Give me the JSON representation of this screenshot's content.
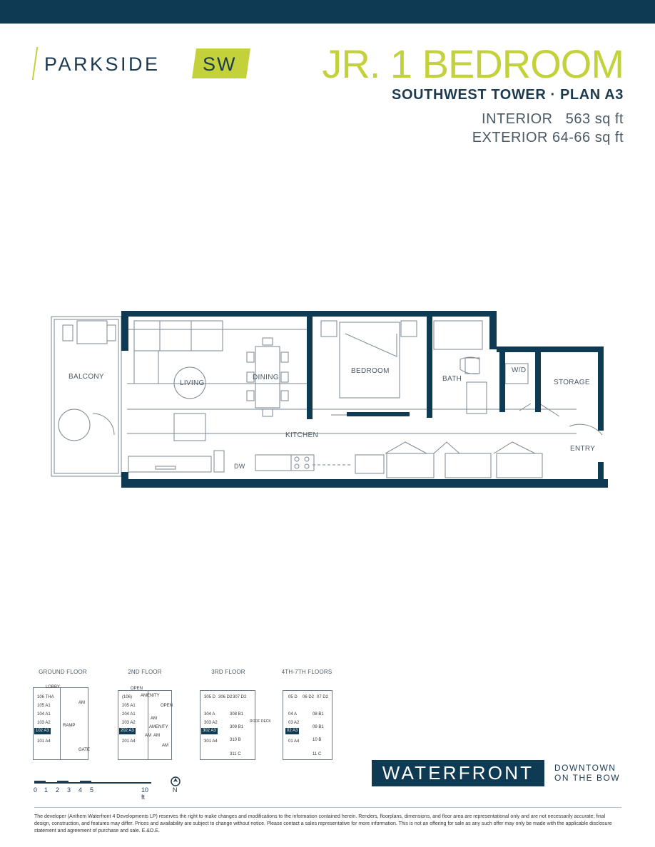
{
  "brand": {
    "name": "PARKSIDE",
    "badge": "SW",
    "accent_color": "#c3d13b",
    "primary_color": "#0e3a53"
  },
  "header": {
    "title": "JR. 1 BEDROOM",
    "subtitle": "SOUTHWEST TOWER · PLAN A3",
    "interior": "INTERIOR   563 sq ft",
    "exterior": "EXTERIOR 64-66 sq ft"
  },
  "floorplan": {
    "rooms": {
      "balcony": "BALCONY",
      "living": "LIVING",
      "dining": "DINING",
      "bedroom": "BEDROOM",
      "bath": "BATH",
      "wd": "W/D",
      "storage": "STORAGE",
      "kitchen": "KITCHEN",
      "entry": "ENTRY",
      "dw": "DW"
    }
  },
  "keyplans": {
    "ground": {
      "label": "GROUND FLOOR",
      "units": [
        "LOBBY",
        "106  THA",
        "105  A1",
        "104  A1",
        "103  A2",
        "101  A4",
        "AM",
        "RAMP",
        "GATE"
      ],
      "highlight": "102  A3"
    },
    "second": {
      "label": "2ND FLOOR",
      "units": [
        "OPEN",
        "(106)",
        "AMENITY",
        "205 A1",
        "204 A1",
        "203 A2",
        "201 A4",
        "AM",
        "OPEN",
        "AMENITY",
        "AM",
        "AM",
        "AM"
      ],
      "highlight": "202 A3"
    },
    "third": {
      "label": "3RD FLOOR",
      "units": [
        "305 D",
        "306 D2",
        "307 D2",
        "304 A",
        "303 A2",
        "301 A4",
        "308 B1",
        "309 B1",
        "310 B",
        "311 C",
        "ROOF DECK"
      ],
      "highlight": "302 A3"
    },
    "upper": {
      "label": "4TH-7TH FLOORS",
      "units": [
        "05 D",
        "06 D2",
        "07 D2",
        "04 A",
        "03 A2",
        "01 A4",
        "08 B1",
        "09 B1",
        "10 B",
        "11 C"
      ],
      "highlight": "02 A3"
    }
  },
  "scale": {
    "labels": [
      "0",
      "1",
      "2",
      "3",
      "4",
      "5",
      "10 ft"
    ],
    "north": "N"
  },
  "footer_brand": {
    "name": "WATERFRONT",
    "tagline_1": "DOWNTOWN",
    "tagline_2": "ON THE BOW"
  },
  "disclaimer": "The developer (Anthem Waterfront 4 Developments LP) reserves the right to make changes and modifications to the information contained herein. Renders, floorplans, dimensions, and floor area are representational only and are not necessarily accurate; final design, construction, and features may differ. Prices and availability are subject to change without notice. Please contact a sales representative for more information. This is not an offering for sale as any such offer may only be made with the applicable disclosure statement and agreement of purchase and sale. E.&O.E."
}
